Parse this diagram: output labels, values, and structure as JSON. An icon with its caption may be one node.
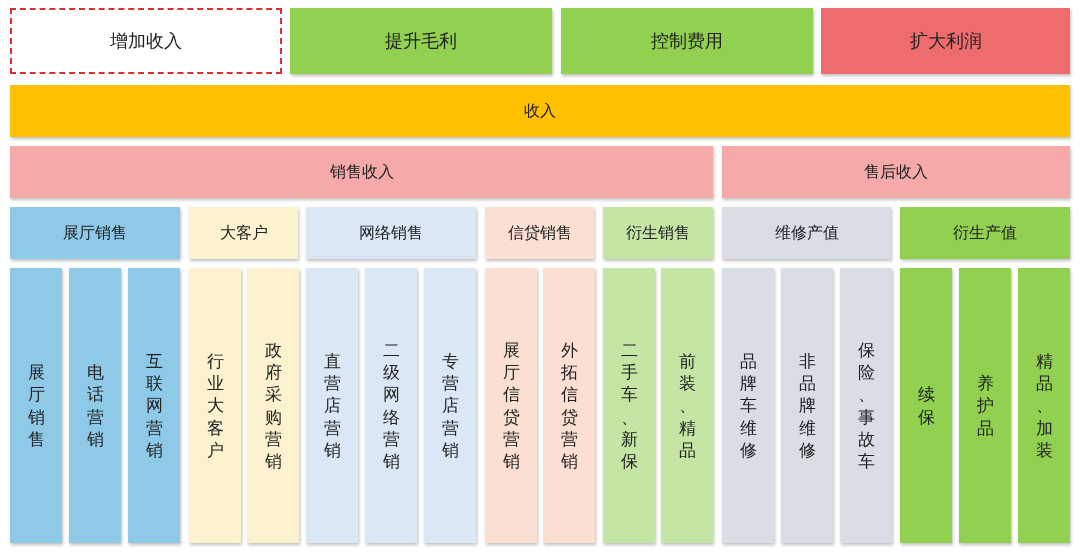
{
  "diagram": {
    "nodes": [
      {
        "text": [
          "增加收入"
        ]
      },
      {
        "text": [
          "提升毛利"
        ]
      },
      {
        "text": [
          "控制费用"
        ]
      },
      {
        "text": [
          "扩大利润"
        ]
      },
      {
        "text": [
          "收入"
        ]
      },
      {
        "text": [
          "销售收入"
        ]
      },
      {
        "text": [
          "售后收入"
        ]
      },
      {
        "text": [
          "展厅销售"
        ]
      },
      {
        "text": [
          "大客户"
        ]
      },
      {
        "text": [
          "网络销售"
        ]
      },
      {
        "text": [
          "信贷销售"
        ]
      },
      {
        "text": [
          "衍生销售"
        ]
      },
      {
        "text": [
          "维修产值"
        ]
      },
      {
        "text": [
          "衍生产值"
        ]
      },
      {
        "text": [
          "展厅销售"
        ]
      },
      {
        "text": [
          "电话营销"
        ]
      },
      {
        "text": [
          "互联网营销"
        ]
      },
      {
        "text": [
          "行业大客户"
        ]
      },
      {
        "text": [
          "政府采购营销"
        ]
      },
      {
        "text": [
          "直营店营销"
        ]
      },
      {
        "text": [
          "二级网络营销"
        ]
      },
      {
        "text": [
          "专营店营销"
        ]
      },
      {
        "text": [
          "展厅信贷营销"
        ]
      },
      {
        "text": [
          "外拓信贷营销"
        ]
      },
      {
        "text": [
          "二手车、新保"
        ]
      },
      {
        "text": [
          "前装、精品"
        ]
      },
      {
        "text": [
          "品牌车维修"
        ]
      },
      {
        "text": [
          "非品牌维修"
        ]
      },
      {
        "text": [
          "保险、事故车"
        ]
      },
      {
        "text": [
          "续保"
        ]
      },
      {
        "text": [
          "养护品"
        ]
      },
      {
        "text": [
          "精品、加装"
        ]
      }
    ]
  }
}
